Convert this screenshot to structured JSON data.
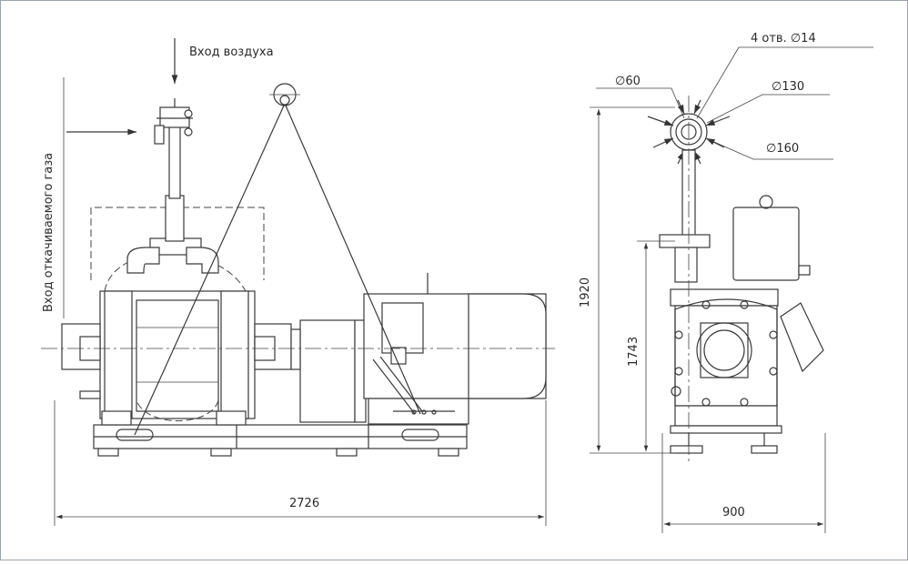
{
  "labels": {
    "air_inlet": "Вход воздуха",
    "gas_inlet": "Вход откачиваемого газа",
    "holes": "4 отв. ∅14",
    "d60": "∅60",
    "d130": "∅130",
    "d160": "∅160"
  },
  "dimensions": {
    "overall_length": "2726",
    "overall_height": "1920",
    "axis_height": "1743",
    "overall_width": "900"
  },
  "colors": {
    "line": "#3a3a3a",
    "frame": "#9aa3ad",
    "background": "#ffffff"
  }
}
